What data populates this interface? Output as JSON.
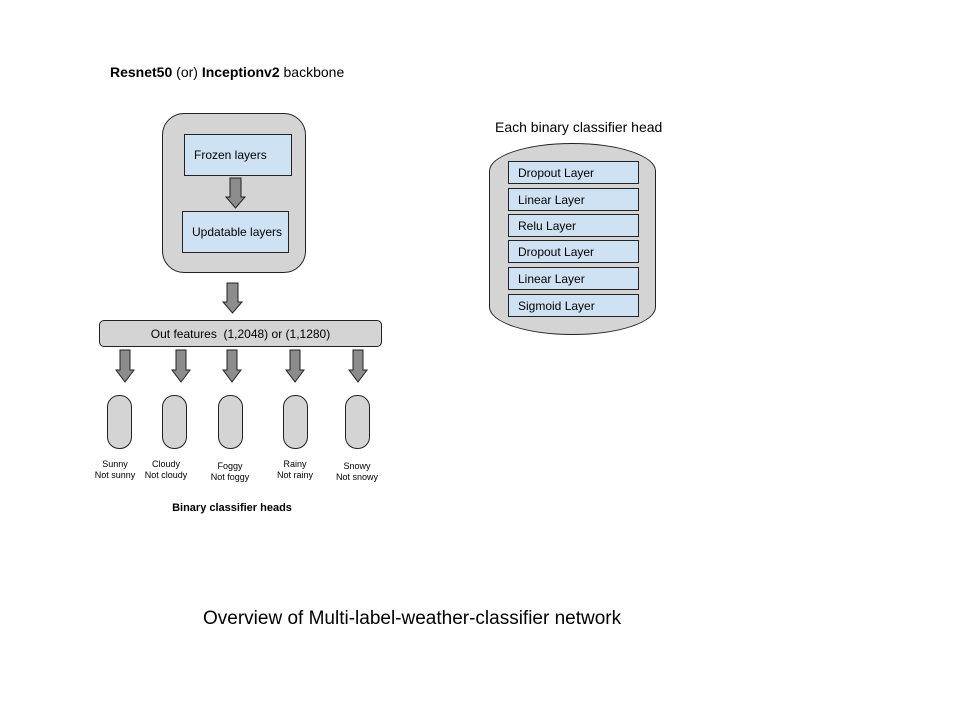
{
  "backbone": {
    "model_a": "Resnet50",
    "connector": " (or) ",
    "model_b": "Inceptionv2",
    "suffix": " backbone",
    "frozen_label": "Frozen layers",
    "updatable_label": "Updatable layers"
  },
  "out_features_label": "Out features  (1,2048) or (1,1280)",
  "heads": [
    {
      "positive": "Sunny",
      "negative": "Not sunny"
    },
    {
      "positive": "Cloudy",
      "negative": "Not cloudy"
    },
    {
      "positive": "Foggy",
      "negative": "Not foggy"
    },
    {
      "positive": "Rainy",
      "negative": "Not rainy"
    },
    {
      "positive": "Snowy",
      "negative": "Not snowy"
    }
  ],
  "heads_caption": "Binary classifier heads",
  "classifier_head": {
    "title": "Each binary classifier head",
    "layers": [
      "Dropout Layer",
      "Linear Layer",
      "Relu Layer",
      "Dropout Layer",
      "Linear Layer",
      "Sigmoid Layer"
    ]
  },
  "caption": "Overview of Multi-label-weather-classifier network",
  "colors": {
    "container_fill": "#d4d4d4",
    "layer_fill": "#cfe2f3",
    "arrow_fill": "#8c8c8c",
    "stroke": "#222222"
  }
}
